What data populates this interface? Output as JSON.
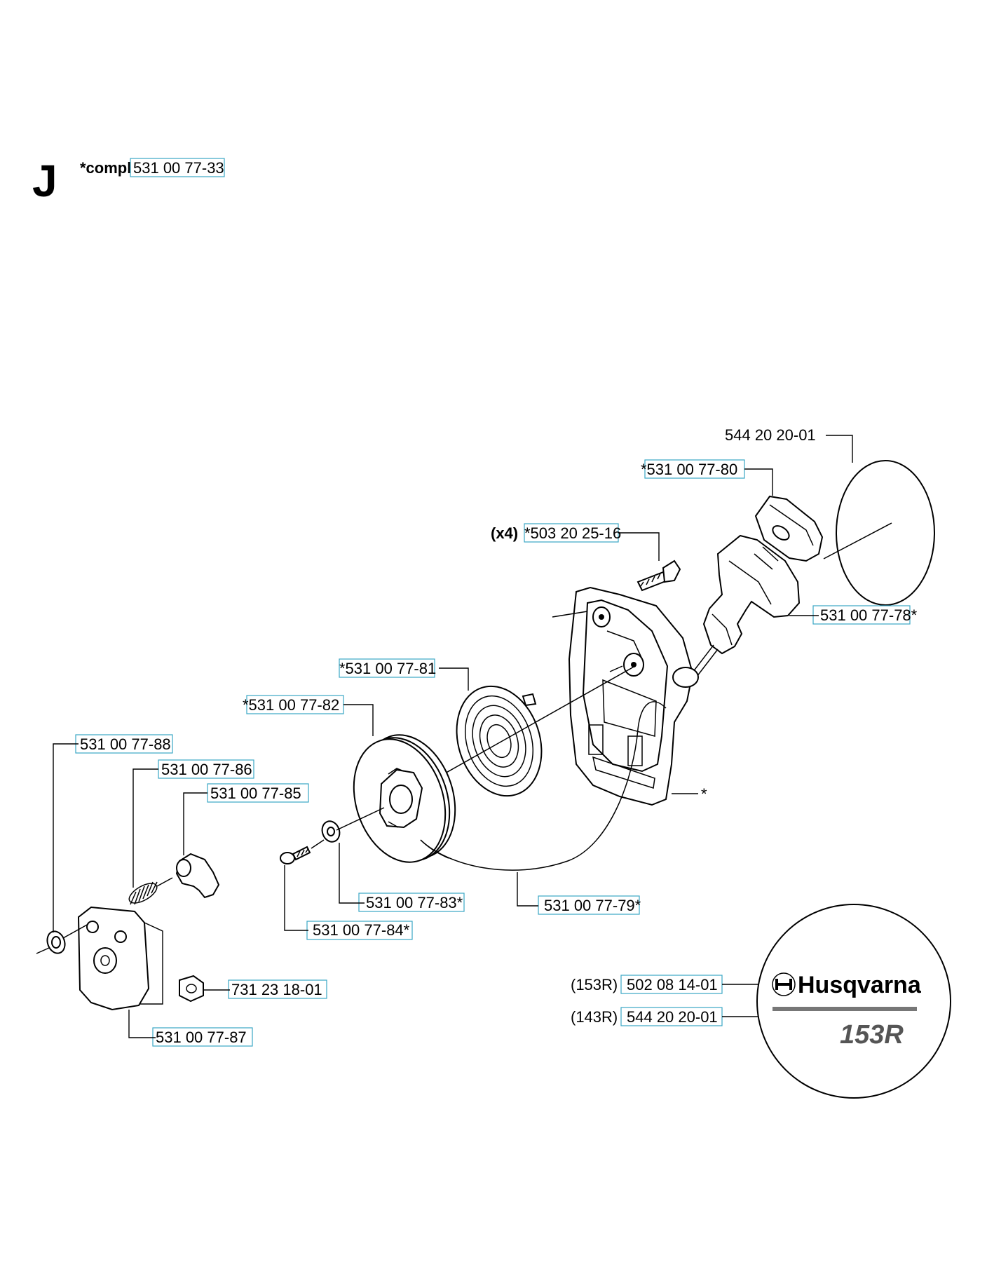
{
  "section": {
    "letter": "J",
    "compl_prefix": "*compl",
    "compl_part": "531 00 77-33"
  },
  "labels": {
    "decal_143r_top": "544 20 20-01",
    "handle_insert": "*531 00 77-80",
    "screw_qty": "(x4)",
    "screw": "*503 20 25-16",
    "handle": "531 00 77-78*",
    "spring": "*531 00 77-81",
    "pulley": "*531 00 77-82",
    "housing": "*",
    "washer_ring": "531 00 77-88",
    "small_spring": "531 00 77-86",
    "pawl": "531 00 77-85",
    "washer": "531 00 77-83*",
    "cord": "531 00 77-79*",
    "small_screw": "531 00 77-84*",
    "nut": "731 23 18-01",
    "cover": "531 00 77-87",
    "decal_153r_prefix": "(153R)",
    "decal_153r": "502 08 14-01",
    "decal_143r_prefix": "(143R)",
    "decal_143r": "544 20 20-01"
  },
  "decal": {
    "brand": "Husqvarna",
    "model": "153R",
    "logo": "husqvarna-crown-logo"
  }
}
